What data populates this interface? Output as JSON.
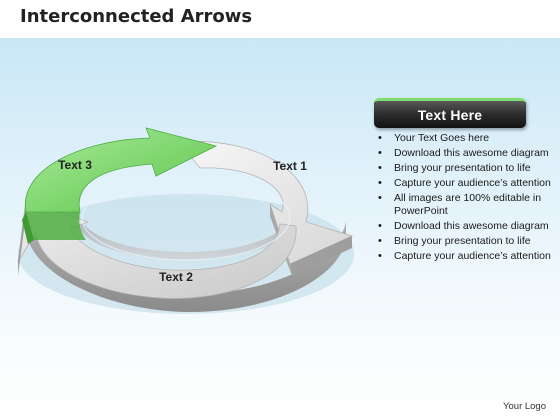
{
  "title": "Interconnected Arrows",
  "diagram": {
    "labels": [
      "Text 1",
      "Text 2",
      "Text 3"
    ],
    "accent_color": "#79cf6d",
    "segment_color": "#d9d9d9"
  },
  "panel": {
    "header": "Text Here",
    "header_accent": "#7ddf72",
    "bullets": [
      "Your Text Goes here",
      "Download this awesome diagram",
      "Bring your presentation to life",
      "Capture your audience’s attention",
      "All images are 100% editable in PowerPoint",
      "Download this awesome diagram",
      "Bring your presentation to life",
      "Capture your audience’s attention"
    ]
  },
  "footer": {
    "logo": "Your Logo"
  }
}
